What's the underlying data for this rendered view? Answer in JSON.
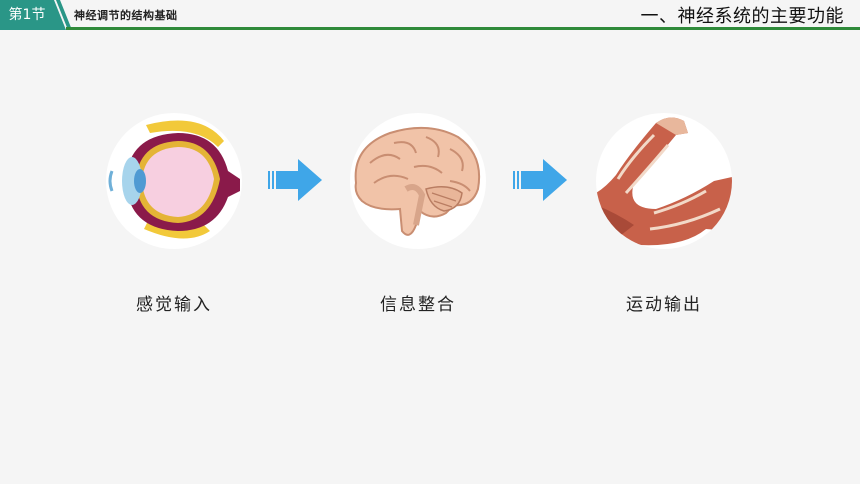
{
  "header": {
    "section_tag": "第1节",
    "subtitle": "神经调节的结构基础",
    "topic_title": "一、神经系统的主要功能",
    "accent_color": "#2a9687",
    "line_color": "#2f8a3a"
  },
  "stages": [
    {
      "label": "感觉输入",
      "icon": "eye-anatomy-icon"
    },
    {
      "label": "信息整合",
      "icon": "brain-anatomy-icon"
    },
    {
      "label": "运动输出",
      "icon": "arm-muscle-icon"
    }
  ],
  "arrows": {
    "color": "#3fa6e8",
    "icon": "arrow-right-icon"
  }
}
